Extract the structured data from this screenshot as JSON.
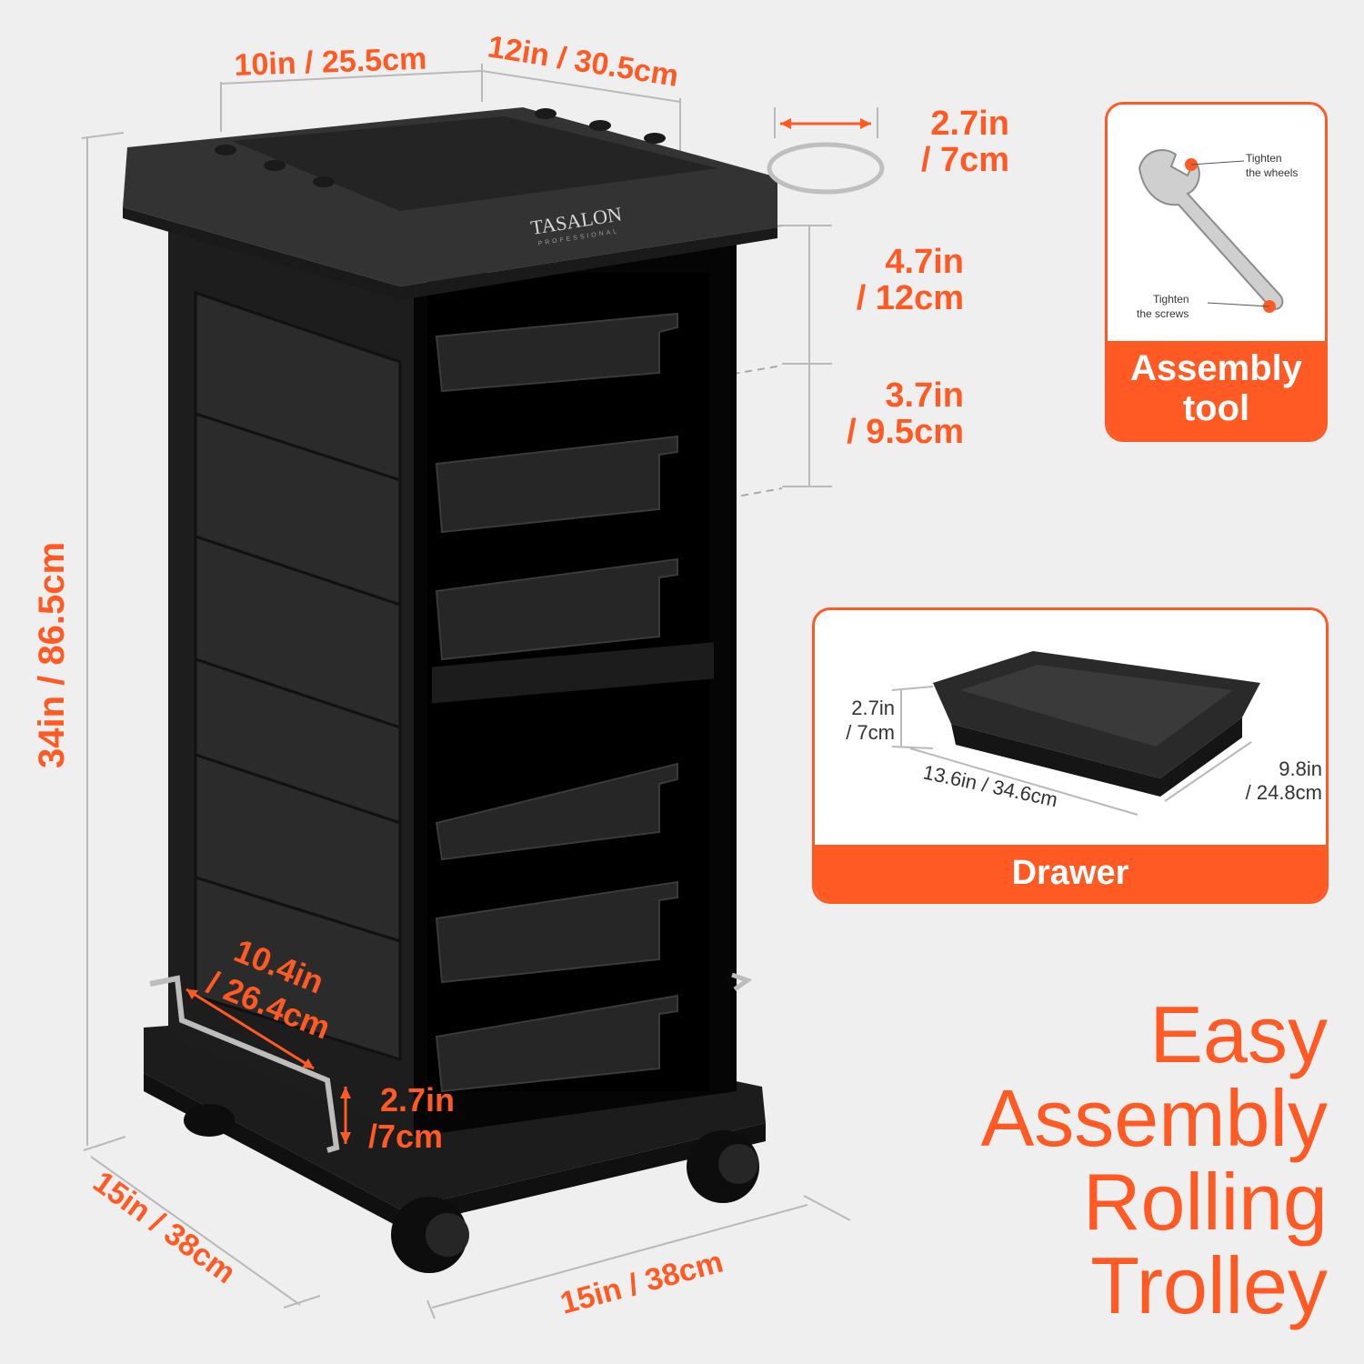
{
  "brand": {
    "name": "TASALON",
    "sub": "PROFESSIONAL"
  },
  "dimensions": {
    "top_depth": "10in / 25.5cm",
    "top_width": "12in / 30.5cm",
    "holder_line1": "2.7in",
    "holder_line2": "/ 7cm",
    "drawer_gap1_line1": "4.7in",
    "drawer_gap1_line2": "/ 12cm",
    "drawer_gap2_line1": "3.7in",
    "drawer_gap2_line2": "/ 9.5cm",
    "height": "34in / 86.5cm",
    "rail_length_line1": "10.4in",
    "rail_length_line2": "/ 26.4cm",
    "rail_height_line1": "2.7in",
    "rail_height_line2": "/7cm",
    "base_depth": "15in / 38cm",
    "base_width": "15in / 38cm"
  },
  "assembly_tool": {
    "title": "Assembly tool",
    "note_wheels_line1": "Tighten",
    "note_wheels_line2": "the wheels",
    "note_screws_line1": "Tighten",
    "note_screws_line2": "the screws"
  },
  "drawer": {
    "title": "Drawer",
    "height_line1": "2.7in",
    "height_line2": "/ 7cm",
    "length": "13.6in / 34.6cm",
    "width_line1": "9.8in",
    "width_line2": "/ 24.8cm"
  },
  "headline": [
    "Easy",
    "Assembly",
    "Rolling",
    "Trolley"
  ],
  "colors": {
    "accent": "#ff5a24",
    "background": "#f0efef",
    "trolley": "#202020"
  }
}
